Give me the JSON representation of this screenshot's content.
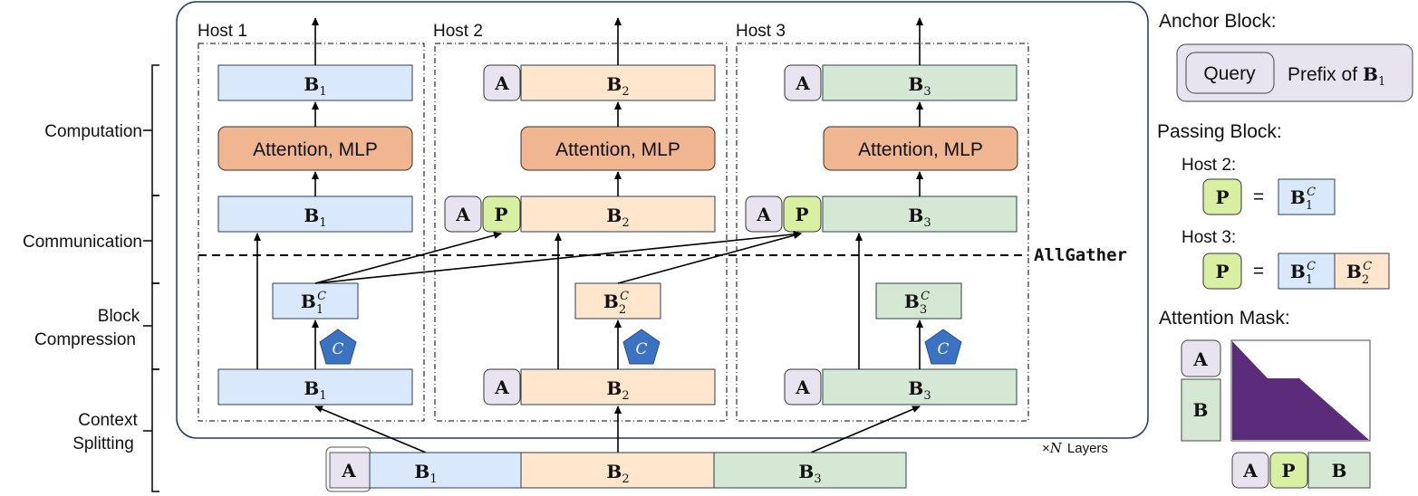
{
  "hosts": {
    "host1": "Host 1",
    "host2": "Host 2",
    "host3": "Host 3"
  },
  "stages": {
    "computation": "Computation",
    "communication": "Communication",
    "block_compression_1": "Block",
    "block_compression_2": "Compression",
    "context_splitting_1": "Context",
    "context_splitting_2": "Splitting"
  },
  "blocks": {
    "b": "B",
    "one": "1",
    "two": "2",
    "three": "3",
    "c": "C",
    "a": "A",
    "p": "P",
    "compress": "C"
  },
  "modules": {
    "attention_mlp": "Attention, MLP"
  },
  "annotations": {
    "allgather": "AllGather",
    "times": "×",
    "n": "N",
    "layers": "Layers"
  },
  "legend": {
    "anchor_block": "Anchor Block:",
    "query": "Query",
    "prefix_of": "Prefix of",
    "passing_block": "Passing Block:",
    "host2": "Host 2:",
    "host3": "Host 3:",
    "equals": "=",
    "attention_mask": "Attention Mask:"
  },
  "colors": {
    "blue": "#dae8fc",
    "orange": "#ffe6cc",
    "green": "#d5e8d4",
    "lavender": "#e8e4ef",
    "lime": "#d9f0a3",
    "attention": "#f0b692",
    "pentagon": "#3b73c2",
    "mask": "#5b2c7a"
  }
}
